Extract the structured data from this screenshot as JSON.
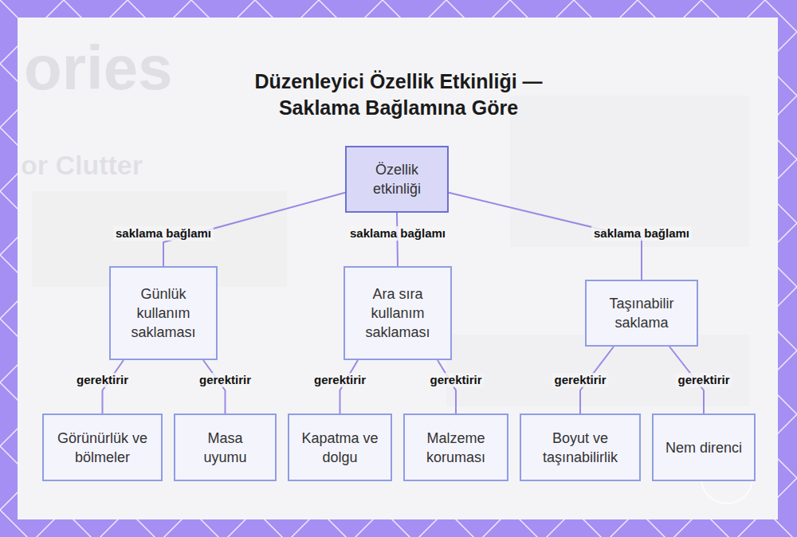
{
  "diagram": {
    "title": "Düzenleyici Özellik Etkinliği — Saklama Bağlamına Göre",
    "nodes": [
      {
        "text": [
          "Özellik etkinliği"
        ]
      },
      {
        "text": [
          "Günlük kullanım saklaması"
        ]
      },
      {
        "text": [
          "Ara sıra kullanım saklaması"
        ]
      },
      {
        "text": [
          "Taşınabilir saklama"
        ]
      },
      {
        "text": [
          "Görünürlük ve bölmeler"
        ]
      },
      {
        "text": [
          "Masa uyumu"
        ]
      },
      {
        "text": [
          "Kapatma ve dolgu"
        ]
      },
      {
        "text": [
          "Malzeme koruması"
        ]
      },
      {
        "text": [
          "Boyut ve taşınabilirlik"
        ]
      },
      {
        "text": [
          "Nem direnci"
        ]
      }
    ],
    "edges": [
      {
        "from": 0,
        "to": 1,
        "arrow": "none",
        "label": "saklama bağlamı"
      },
      {
        "from": 0,
        "to": 2,
        "arrow": "none",
        "label": "saklama bağlamı"
      },
      {
        "from": 0,
        "to": 3,
        "arrow": "none",
        "label": "saklama bağlamı"
      },
      {
        "from": 1,
        "to": 4,
        "arrow": "none",
        "label": "gerektirir"
      },
      {
        "from": 1,
        "to": 5,
        "arrow": "none",
        "label": "gerektirir"
      },
      {
        "from": 2,
        "to": 6,
        "arrow": "none",
        "label": "gerektirir"
      },
      {
        "from": 2,
        "to": 7,
        "arrow": "none",
        "label": "gerektirir"
      },
      {
        "from": 3,
        "to": 8,
        "arrow": "none",
        "label": "gerektirir"
      },
      {
        "from": 3,
        "to": 9,
        "arrow": "none",
        "label": "gerektirir"
      }
    ],
    "labels": [
      "ories",
      "or Clutter"
    ]
  }
}
